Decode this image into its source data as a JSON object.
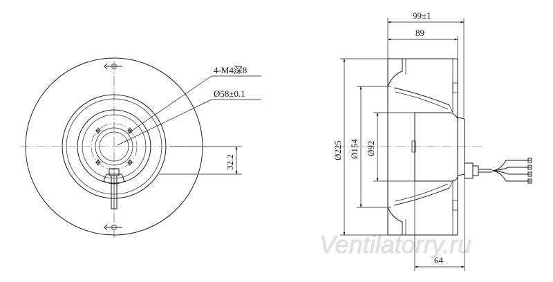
{
  "labels": {
    "thread": "4-M4深8",
    "pcd": "Ø58±0.1",
    "offset": "32.2",
    "total_width": "99±1",
    "body_width": "89",
    "dia_outer": "Ø225",
    "dia_inlet": "Ø154",
    "dia_motor": "Ø92",
    "motor_depth": "64"
  },
  "watermark": "Ventilatorry.ru"
}
